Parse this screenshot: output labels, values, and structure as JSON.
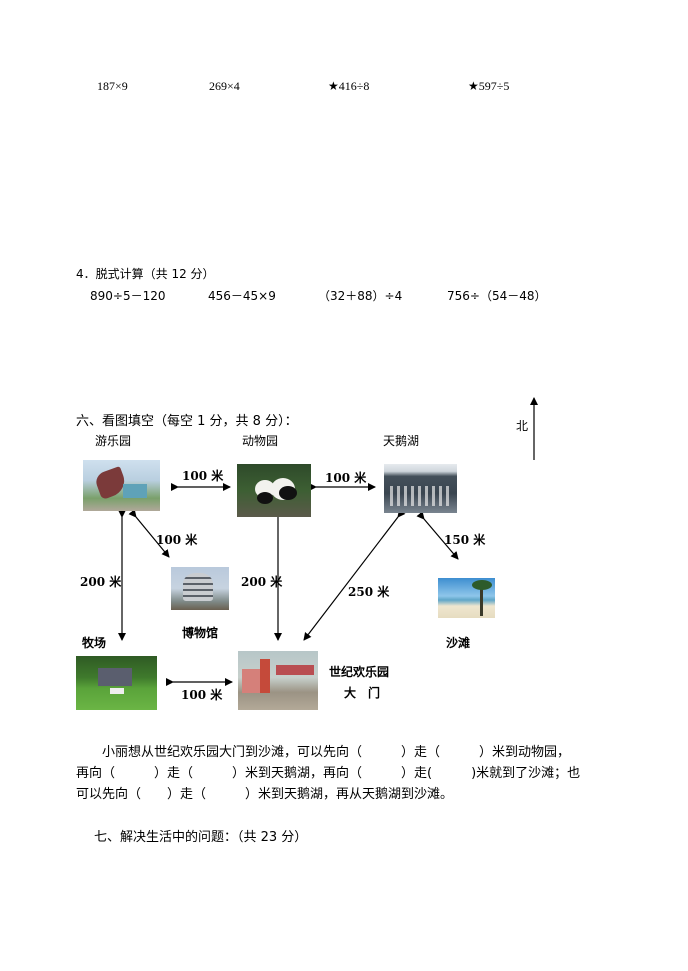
{
  "section3_row": [
    "187×9",
    "269×4",
    "★416÷8",
    "★597÷5"
  ],
  "section4": {
    "title": "4．脱式计算（共 12 分）",
    "problems": [
      "890÷5－120",
      "456－45×9",
      "（32＋88）÷4",
      "756÷（54－48）"
    ]
  },
  "section6": {
    "title": "六、看图填空（每空 1 分，共 8 分）：",
    "north_label": "北",
    "places": {
      "amusement_park": "游乐园",
      "zoo": "动物园",
      "swan_lake": "天鹅湖",
      "museum": "博物馆",
      "ranch": "牧场",
      "beach": "沙滩",
      "gate_line1": "世纪欢乐园",
      "gate_line2": "大　门"
    },
    "distances": {
      "park_zoo": "100 米",
      "zoo_lake": "100 米",
      "park_museum": "100 米",
      "lake_beach": "150 米",
      "park_ranch": "200 米",
      "zoo_gate": "200 米",
      "lake_gate": "250 米",
      "ranch_gate": "100 米"
    },
    "question_lines": [
      "　　小丽想从世纪欢乐园大门到沙滩，可以先向（　　　）走（　　　）米到动物园，",
      "再向（　　　）走（　　　）米到天鹅湖，再向（　　　）走(　　　)米就到了沙滩；也",
      "可以先向（　　）走（　　　）米到天鹅湖，再从天鹅湖到沙滩。"
    ]
  },
  "section7": {
    "title": "七、解决生活中的问题：（共 23 分）"
  }
}
